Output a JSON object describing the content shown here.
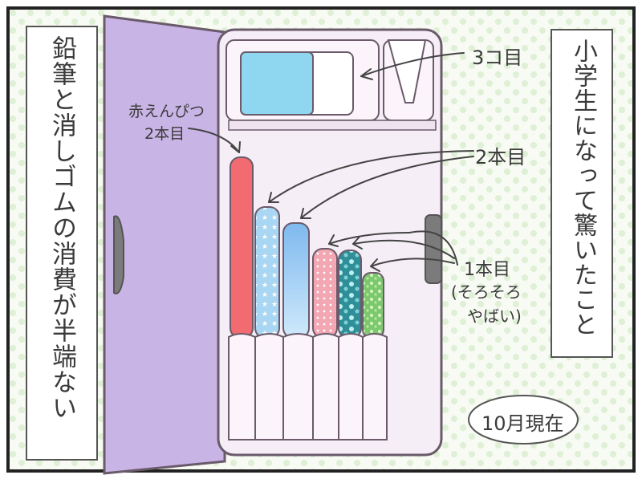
{
  "left_caption": "鉛筆と消しゴムの消費が半端ない",
  "right_caption": "小学生になって驚いたこと",
  "label_eraser": "3コ目",
  "label_red_pencil_line1": "赤えんぴつ",
  "label_red_pencil_line2": "2本目",
  "label_second_pencils": "2本目",
  "label_first_pencils_line1": "1本目",
  "label_first_pencils_line2": "(そろそろ",
  "label_first_pencils_line3": "やばい)",
  "date_badge": "10月現在",
  "colors": {
    "case_purple": "#c9b4e6",
    "case_inner": "#f6eef6",
    "red_pencil": "#f26b70",
    "eraser_blue": "#8fd6f0",
    "background_dots": "#e6f4df"
  }
}
